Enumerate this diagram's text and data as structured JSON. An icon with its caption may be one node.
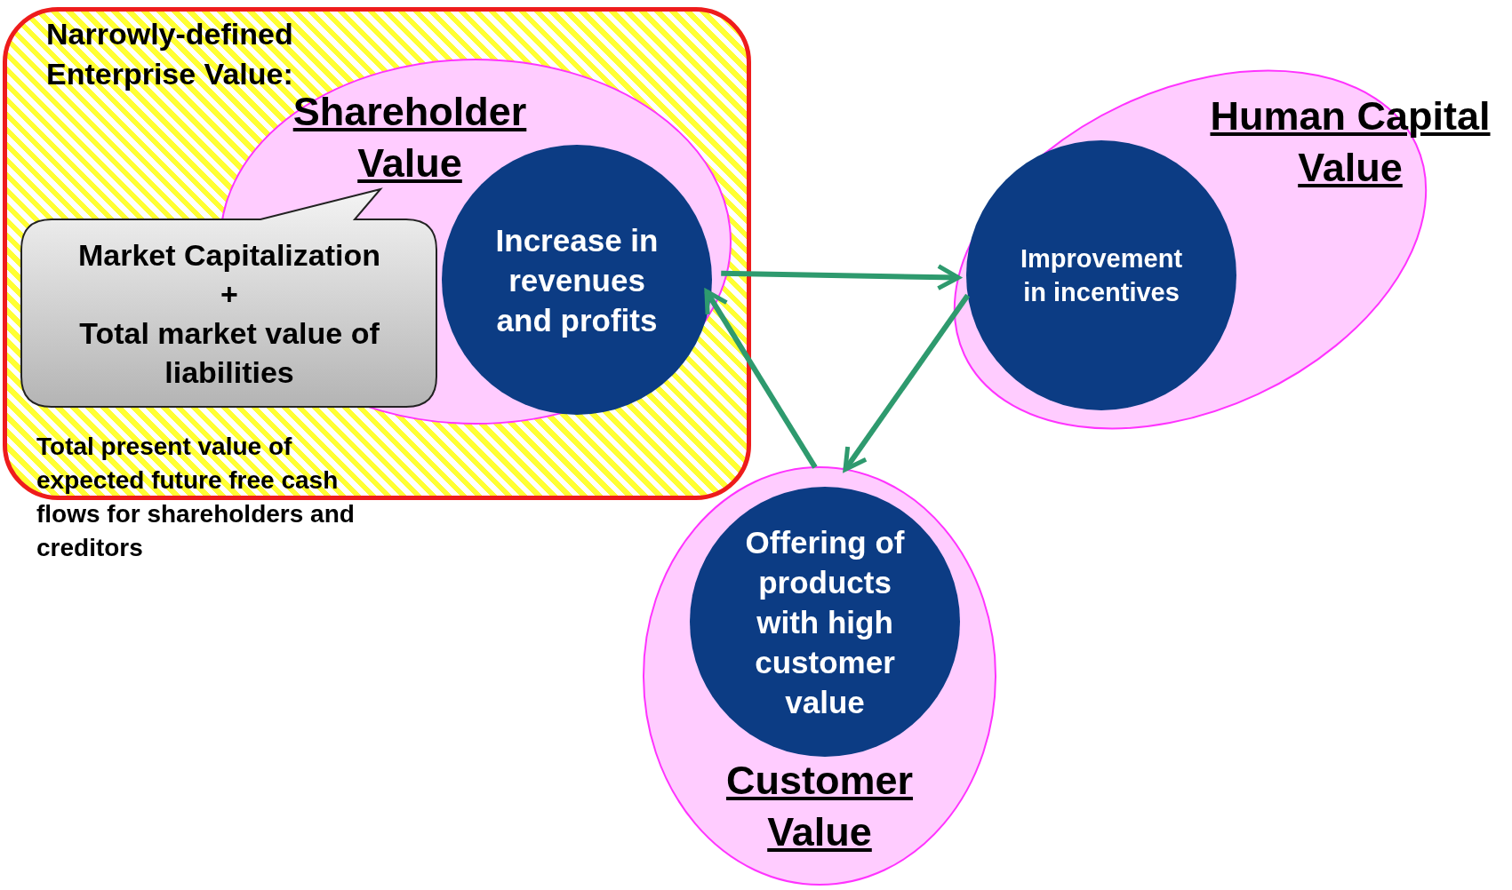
{
  "diagram": {
    "nodes": [
      {
        "text": [
          "Narrowly-defined Enterprise Value:"
        ],
        "beside": [
          "Total present value of expected future free cash flows for shareholders and creditors"
        ]
      },
      {
        "text": [
          "Shareholder Value"
        ],
        "in": 0
      },
      {
        "text": [
          "Market Capitalization",
          "+",
          "Total market value of liabilities"
        ],
        "in": 0
      },
      {
        "text": [
          "Increase in revenues and profits"
        ],
        "in": 1
      },
      {
        "text": [
          "Human Capital Value"
        ]
      },
      {
        "text": [
          "Improvement in incentives"
        ],
        "in": 4
      },
      {
        "text": [
          "Customer Value"
        ]
      },
      {
        "text": [
          "Offering of products with high customer value"
        ],
        "in": 6
      }
    ],
    "edges": [
      {
        "from": 1,
        "to": 4,
        "arrow": "to"
      },
      {
        "from": 5,
        "to": 6,
        "arrow": "to"
      },
      {
        "from": 6,
        "to": 3,
        "arrow": "to"
      }
    ]
  }
}
